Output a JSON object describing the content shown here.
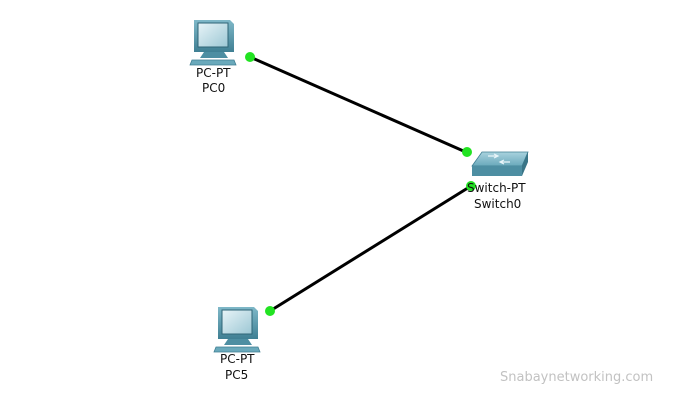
{
  "devices": {
    "pc0": {
      "type": "PC-PT",
      "name": "PC0"
    },
    "switch0": {
      "type": "Switch-PT",
      "name": "Switch0"
    },
    "pc5": {
      "type": "PC-PT",
      "name": "PC5"
    }
  },
  "links": [
    {
      "from": "PC0",
      "to": "Switch0",
      "status": "up"
    },
    {
      "from": "PC5",
      "to": "Switch0",
      "status": "up"
    }
  ],
  "colors": {
    "link_line": "#000000",
    "link_up_light": "#22e322",
    "device_body": "#5e9eb1",
    "watermark": "#c2c2c2"
  },
  "icons": {
    "pc": "desktop-computer-icon",
    "switch": "network-switch-icon"
  },
  "watermark": "Snabaynetworking.com"
}
